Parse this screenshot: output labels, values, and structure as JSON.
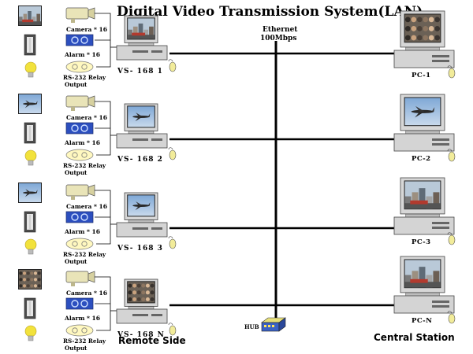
{
  "title": "Digital Video Transmission System(LAN)",
  "network": {
    "label_line1": "Ethernet",
    "label_line2": "100Mbps",
    "hub_label": "HUB"
  },
  "sides": {
    "remote": "Remote Side",
    "central": "Central Station"
  },
  "remote_units": [
    {
      "camera_label": "Camera * 16",
      "alarm_label": "Alarm * 16",
      "relay_line1": "RS-232 Relay",
      "relay_line2": "Output",
      "server_label": "VS- 168 1",
      "scene": "city"
    },
    {
      "camera_label": "Camera * 16",
      "alarm_label": "Alarm * 16",
      "relay_line1": "RS-232 Relay",
      "relay_line2": "Output",
      "server_label": "VS- 168 2",
      "scene": "plane"
    },
    {
      "camera_label": "Camera * 16",
      "alarm_label": "Alarm * 16",
      "relay_line1": "RS-232 Relay",
      "relay_line2": "Output",
      "server_label": "VS- 168 3",
      "scene": "plane"
    },
    {
      "camera_label": "Camera * 16",
      "alarm_label": "Alarm * 16",
      "relay_line1": "RS-232 Relay",
      "relay_line2": "Output",
      "server_label": "VS- 168 N",
      "scene": "crowd"
    }
  ],
  "pcs": [
    {
      "label": "PC-1",
      "scene": "crowd"
    },
    {
      "label": "PC-2",
      "scene": "plane"
    },
    {
      "label": "PC-3",
      "scene": "city"
    },
    {
      "label": "PC-N",
      "scene": "city"
    }
  ],
  "colors": {
    "line": "#000000",
    "vcr": "#2c4fbf",
    "bulb": "#f2e23c",
    "monitor_body": "#d7d7d7"
  }
}
